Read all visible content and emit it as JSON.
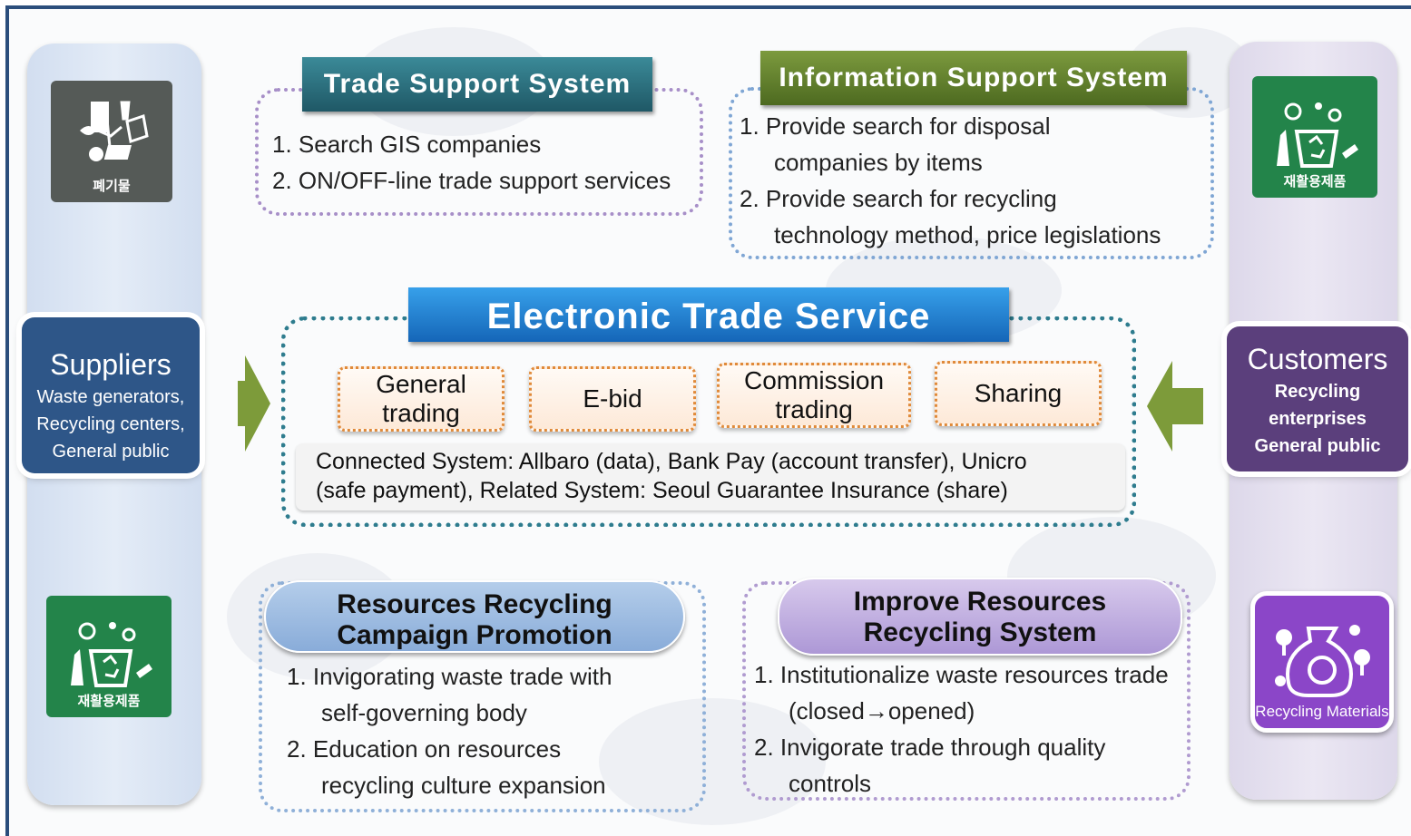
{
  "left_icon_top": {
    "label": "폐기물",
    "icon": "waste-icon"
  },
  "left_icon_bottom": {
    "label": "재활용제품",
    "icon": "recycling-products-icon"
  },
  "right_icon_top": {
    "label": "재활용제품",
    "icon": "recycling-products-icon"
  },
  "right_icon_bottom": {
    "label": "Recycling Materials",
    "icon": "recycling-materials-icon"
  },
  "suppliers": {
    "title": "Suppliers",
    "lines": [
      "Waste generators,",
      "Recycling centers,",
      "General public"
    ]
  },
  "customers": {
    "title": "Customers",
    "lines": [
      "Recycling",
      "enterprises",
      "General public"
    ]
  },
  "trade_support": {
    "title": "Trade Support System",
    "items": [
      "1. Search GIS companies",
      "2. ON/OFF-line trade support services"
    ]
  },
  "info_support": {
    "title": "Information Support System",
    "items": [
      "1. Provide search for disposal",
      "companies by items",
      "2. Provide search for recycling",
      "technology method, price legislations"
    ]
  },
  "electronic": {
    "title": "Electronic Trade Service",
    "services": [
      [
        "General",
        "trading"
      ],
      [
        "E-bid"
      ],
      [
        "Commission",
        "trading"
      ],
      [
        "Sharing"
      ]
    ],
    "connected": [
      "Connected System: Allbaro (data), Bank Pay (account transfer), Unicro",
      "(safe payment), Related System: Seoul Guarantee Insurance (share)"
    ]
  },
  "campaign": {
    "title": [
      "Resources Recycling",
      "Campaign Promotion"
    ],
    "items": [
      "1. Invigorating waste trade with",
      "self-governing body",
      "2. Education on resources",
      "recycling culture expansion"
    ]
  },
  "improve": {
    "title": [
      "Improve Resources",
      "Recycling System"
    ],
    "items": [
      "1. Institutionalize waste resources trade",
      "(closed→opened)",
      "2. Invigorate trade through quality",
      "controls"
    ]
  },
  "colors": {
    "frame": "#2b4e7c",
    "suppliers": "#2e5688",
    "customers": "#5b3f7c",
    "arrow": "#7d9b3a",
    "trade_hdr": "#2a6a78",
    "info_hdr": "#5f7a2c",
    "etrade_hdr": "#1f7fd0",
    "chip_border": "#e08a3a",
    "icon_green": "#23844a",
    "icon_grey": "#555a57",
    "icon_purple": "#8b46c8"
  }
}
